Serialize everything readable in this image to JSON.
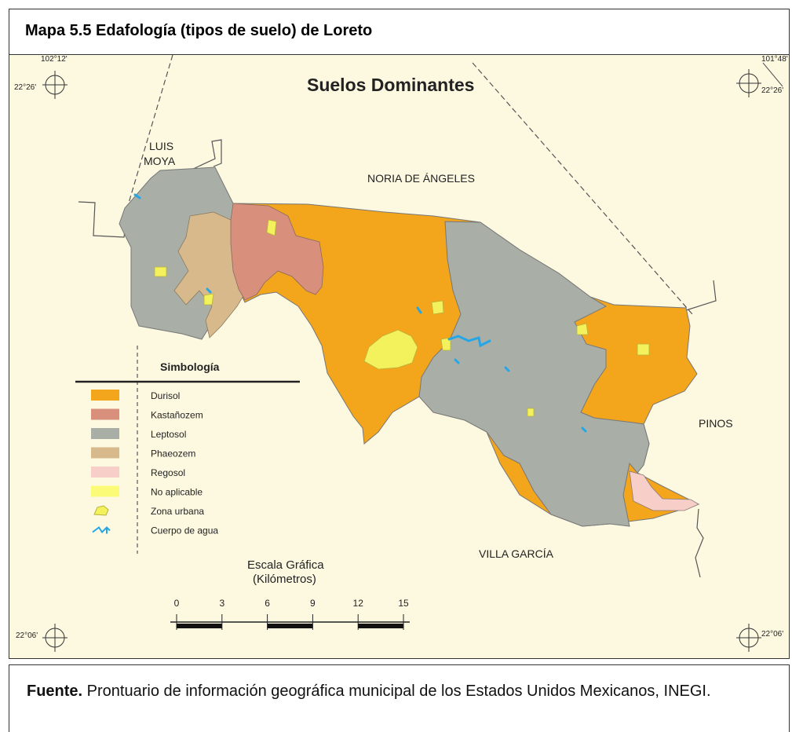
{
  "title": "Mapa 5.5 Edafología (tipos de suelo) de Loreto",
  "map": {
    "heading": "Suelos Dominantes",
    "neighbors": {
      "luis": "LUIS",
      "moya": "MOYA",
      "noria": "NORIA DE ÁNGELES",
      "pinos": "PINOS",
      "villa_garcia": "VILLA GARCÍA"
    },
    "coords": {
      "top_left_lon": "102°12'",
      "top_left_lat": "22°26'",
      "top_right_lon": "101°48'",
      "top_right_lat": "22°26'",
      "bottom_left_lat": "22°06'",
      "bottom_right_lat": "22°06'"
    },
    "legend": {
      "title": "Simbología",
      "items": [
        {
          "label": "Durisol",
          "color": "#f3a51c"
        },
        {
          "label": "Kastañozem",
          "color": "#d8907d"
        },
        {
          "label": "Leptosol",
          "color": "#a9afa6"
        },
        {
          "label": "Phaeozem",
          "color": "#d7b98c"
        },
        {
          "label": "Regosol",
          "color": "#f8cfc8"
        },
        {
          "label": "No aplicable",
          "color": "#fbfb78"
        },
        {
          "label": "Zona urbana",
          "color": "#f4f25c"
        },
        {
          "label": "Cuerpo de agua",
          "color": "#25a6e6"
        }
      ]
    },
    "scale": {
      "title": "Escala Gráfica",
      "unit": "(Kilómetros)",
      "ticks": [
        "0",
        "3",
        "6",
        "9",
        "12",
        "15"
      ]
    }
  },
  "source": {
    "label": "Fuente.",
    "text": " Prontuario de información geográfica municipal de los Estados Unidos Mexicanos, INEGI."
  }
}
